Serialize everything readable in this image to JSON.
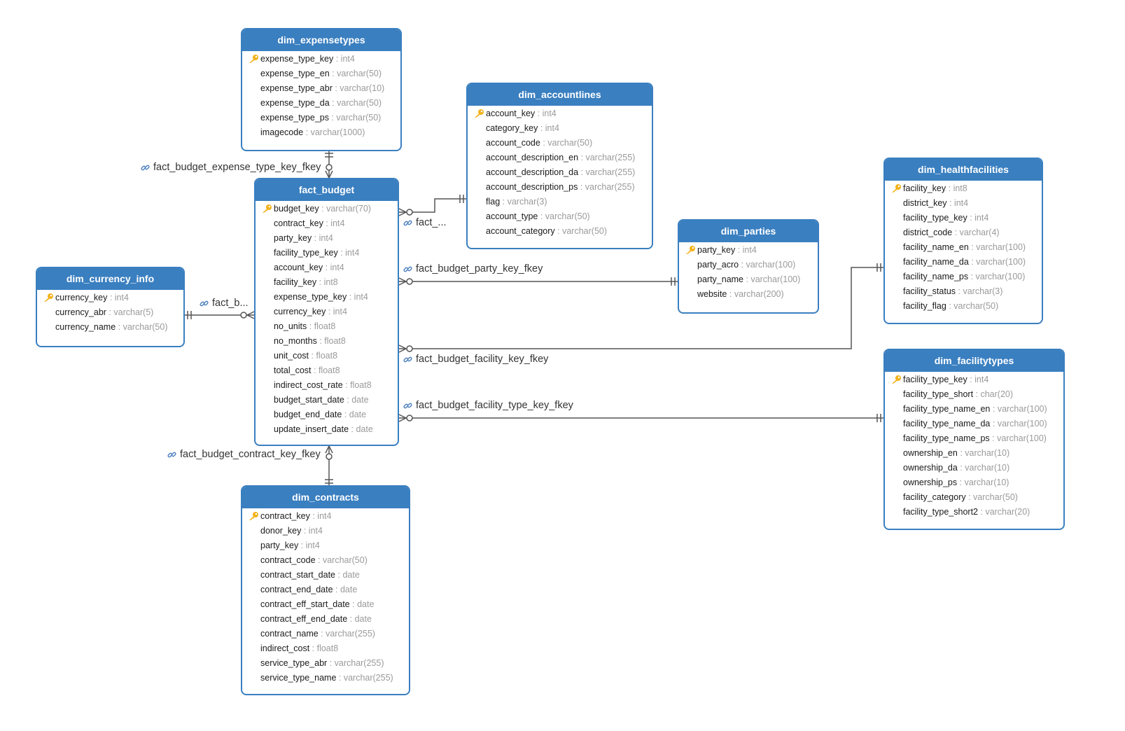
{
  "colors": {
    "header": "#3a7fc0",
    "border": "#3a7fc0",
    "line": "#555555",
    "key": "#f2b21a"
  },
  "tables": [
    {
      "id": "dim_expensetypes",
      "name": "dim_expensetypes",
      "columns": [
        {
          "name": "expense_type_key",
          "type": "int4",
          "pk": true
        },
        {
          "name": "expense_type_en",
          "type": "varchar(50)"
        },
        {
          "name": "expense_type_abr",
          "type": "varchar(10)"
        },
        {
          "name": "expense_type_da",
          "type": "varchar(50)"
        },
        {
          "name": "expense_type_ps",
          "type": "varchar(50)"
        },
        {
          "name": "imagecode",
          "type": "varchar(1000)"
        }
      ]
    },
    {
      "id": "dim_accountlines",
      "name": "dim_accountlines",
      "columns": [
        {
          "name": "account_key",
          "type": "int4",
          "pk": true
        },
        {
          "name": "category_key",
          "type": "int4"
        },
        {
          "name": "account_code",
          "type": "varchar(50)"
        },
        {
          "name": "account_description_en",
          "type": "varchar(255)"
        },
        {
          "name": "account_description_da",
          "type": "varchar(255)"
        },
        {
          "name": "account_description_ps",
          "type": "varchar(255)"
        },
        {
          "name": "flag",
          "type": "varchar(3)"
        },
        {
          "name": "account_type",
          "type": "varchar(50)"
        },
        {
          "name": "account_category",
          "type": "varchar(50)"
        }
      ]
    },
    {
      "id": "fact_budget",
      "name": "fact_budget",
      "columns": [
        {
          "name": "budget_key",
          "type": "varchar(70)",
          "pk": true
        },
        {
          "name": "contract_key",
          "type": "int4"
        },
        {
          "name": "party_key",
          "type": "int4"
        },
        {
          "name": "facility_type_key",
          "type": "int4"
        },
        {
          "name": "account_key",
          "type": "int4"
        },
        {
          "name": "facility_key",
          "type": "int8"
        },
        {
          "name": "expense_type_key",
          "type": "int4"
        },
        {
          "name": "currency_key",
          "type": "int4"
        },
        {
          "name": "no_units",
          "type": "float8"
        },
        {
          "name": "no_months",
          "type": "float8"
        },
        {
          "name": "unit_cost",
          "type": "float8"
        },
        {
          "name": "total_cost",
          "type": "float8"
        },
        {
          "name": "indirect_cost_rate",
          "type": "float8"
        },
        {
          "name": "budget_start_date",
          "type": "date"
        },
        {
          "name": "budget_end_date",
          "type": "date"
        },
        {
          "name": "update_insert_date",
          "type": "date"
        }
      ]
    },
    {
      "id": "dim_healthfacilities",
      "name": "dim_healthfacilities",
      "columns": [
        {
          "name": "facility_key",
          "type": "int8",
          "pk": true
        },
        {
          "name": "district_key",
          "type": "int4"
        },
        {
          "name": "facility_type_key",
          "type": "int4"
        },
        {
          "name": "district_code",
          "type": "varchar(4)"
        },
        {
          "name": "facility_name_en",
          "type": "varchar(100)"
        },
        {
          "name": "facility_name_da",
          "type": "varchar(100)"
        },
        {
          "name": "facility_name_ps",
          "type": "varchar(100)"
        },
        {
          "name": "facility_status",
          "type": "varchar(3)"
        },
        {
          "name": "facility_flag",
          "type": "varchar(50)"
        }
      ]
    },
    {
      "id": "dim_parties",
      "name": "dim_parties",
      "columns": [
        {
          "name": "party_key",
          "type": "int4",
          "pk": true
        },
        {
          "name": "party_acro",
          "type": "varchar(100)"
        },
        {
          "name": "party_name",
          "type": "varchar(100)"
        },
        {
          "name": "website",
          "type": "varchar(200)"
        }
      ]
    },
    {
      "id": "dim_currency_info",
      "name": "dim_currency_info",
      "columns": [
        {
          "name": "currency_key",
          "type": "int4",
          "pk": true
        },
        {
          "name": "currency_abr",
          "type": "varchar(5)"
        },
        {
          "name": "currency_name",
          "type": "varchar(50)"
        }
      ]
    },
    {
      "id": "dim_facilitytypes",
      "name": "dim_facilitytypes",
      "columns": [
        {
          "name": "facility_type_key",
          "type": "int4",
          "pk": true
        },
        {
          "name": "facility_type_short",
          "type": "char(20)"
        },
        {
          "name": "facility_type_name_en",
          "type": "varchar(100)"
        },
        {
          "name": "facility_type_name_da",
          "type": "varchar(100)"
        },
        {
          "name": "facility_type_name_ps",
          "type": "varchar(100)"
        },
        {
          "name": "ownership_en",
          "type": "varchar(10)"
        },
        {
          "name": "ownership_da",
          "type": "varchar(10)"
        },
        {
          "name": "ownership_ps",
          "type": "varchar(10)"
        },
        {
          "name": "facility_category",
          "type": "varchar(50)"
        },
        {
          "name": "facility_type_short2",
          "type": "varchar(20)"
        }
      ]
    },
    {
      "id": "dim_contracts",
      "name": "dim_contracts",
      "columns": [
        {
          "name": "contract_key",
          "type": "int4",
          "pk": true
        },
        {
          "name": "donor_key",
          "type": "int4"
        },
        {
          "name": "party_key",
          "type": "int4"
        },
        {
          "name": "contract_code",
          "type": "varchar(50)"
        },
        {
          "name": "contract_start_date",
          "type": "date"
        },
        {
          "name": "contract_end_date",
          "type": "date"
        },
        {
          "name": "contract_eff_start_date",
          "type": "date"
        },
        {
          "name": "contract_eff_end_date",
          "type": "date"
        },
        {
          "name": "contract_name",
          "type": "varchar(255)"
        },
        {
          "name": "indirect_cost",
          "type": "float8"
        },
        {
          "name": "service_type_abr",
          "type": "varchar(255)"
        },
        {
          "name": "service_type_name",
          "type": "varchar(255)"
        }
      ]
    }
  ],
  "relations": [
    {
      "id": "rel_expense",
      "label": "fact_budget_expense_type_key_fkey",
      "from": "fact_budget",
      "to": "dim_expensetypes"
    },
    {
      "id": "rel_account",
      "label": "fact_...",
      "from": "fact_budget",
      "to": "dim_accountlines"
    },
    {
      "id": "rel_party",
      "label": "fact_budget_party_key_fkey",
      "from": "fact_budget",
      "to": "dim_parties"
    },
    {
      "id": "rel_currency",
      "label": "fact_b...",
      "from": "fact_budget",
      "to": "dim_currency_info"
    },
    {
      "id": "rel_facility",
      "label": "fact_budget_facility_key_fkey",
      "from": "fact_budget",
      "to": "dim_healthfacilities"
    },
    {
      "id": "rel_facilitytype",
      "label": "fact_budget_facility_type_key_fkey",
      "from": "fact_budget",
      "to": "dim_facilitytypes"
    },
    {
      "id": "rel_contract",
      "label": "fact_budget_contract_key_fkey",
      "from": "fact_budget",
      "to": "dim_contracts"
    }
  ]
}
